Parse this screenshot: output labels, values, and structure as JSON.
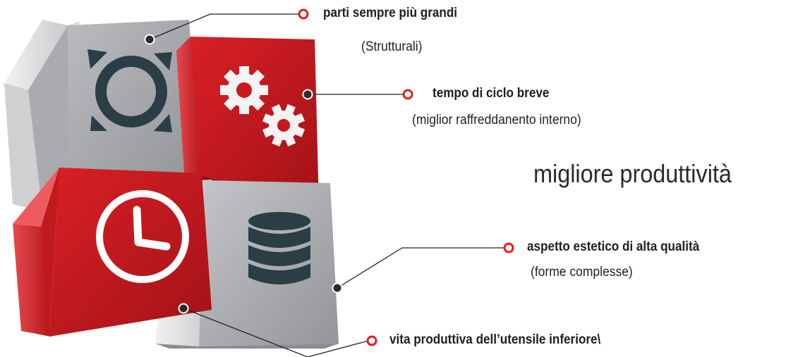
{
  "headline": "migliore produttività",
  "callouts": [
    {
      "title": "parti sempre più grandi",
      "subtitle": "(Strutturali)"
    },
    {
      "title": "tempo di ciclo breve",
      "subtitle": "(miglior raffreddanento interno)"
    },
    {
      "title": "aspetto estetico di alta qualità",
      "subtitle": "(forme complesse)"
    },
    {
      "title": "vita produttiva dell’utensile inferiore\\"
    }
  ],
  "icons": [
    "expand-arrows-icon",
    "gears-icon",
    "clock-icon",
    "database-icon"
  ],
  "colors": {
    "red": "#c8191e",
    "gray": "#a3a5a8",
    "icon_dark": "#2b3d45",
    "marker": "#e02020"
  }
}
